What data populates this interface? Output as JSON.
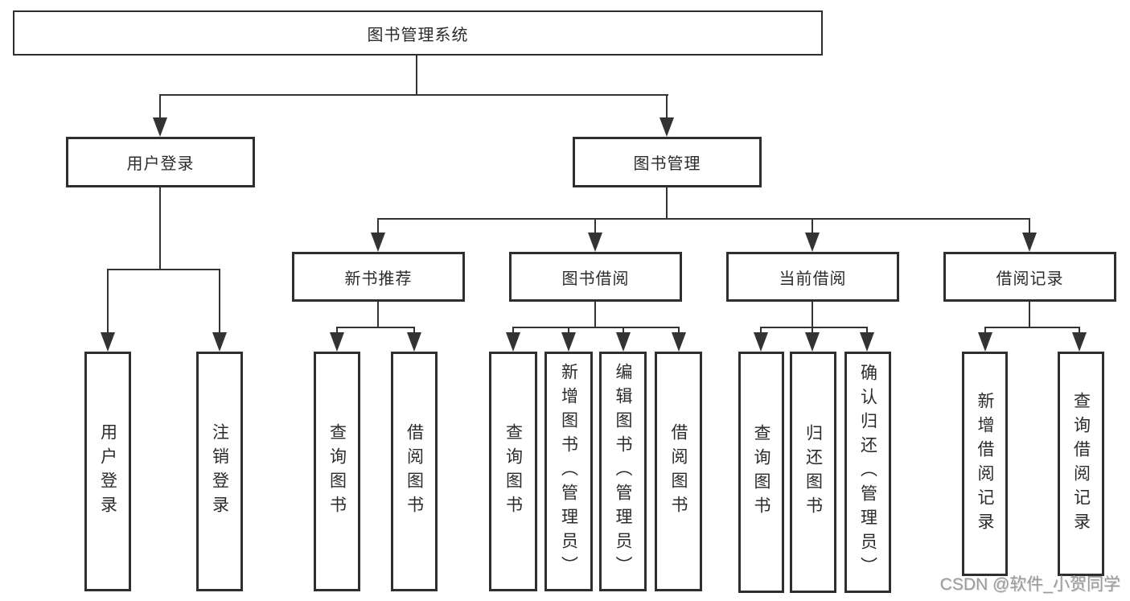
{
  "tree": {
    "root": {
      "label": "图书管理系统"
    },
    "children": [
      {
        "label": "用户登录",
        "children": [
          {
            "label": "用户登录"
          },
          {
            "label": "注销登录"
          }
        ]
      },
      {
        "label": "图书管理",
        "children": [
          {
            "label": "新书推荐",
            "children": [
              {
                "label": "查询图书"
              },
              {
                "label": "借阅图书"
              }
            ]
          },
          {
            "label": "图书借阅",
            "children": [
              {
                "label": "查询图书"
              },
              {
                "label": "新增图书（管理员）"
              },
              {
                "label": "编辑图书（管理员）"
              },
              {
                "label": "借阅图书"
              }
            ]
          },
          {
            "label": "当前借阅",
            "children": [
              {
                "label": "查询图书"
              },
              {
                "label": "归还图书"
              },
              {
                "label": "确认归还（管理员）"
              }
            ]
          },
          {
            "label": "借阅记录",
            "children": [
              {
                "label": "新增借阅记录"
              },
              {
                "label": "查询借阅记录"
              }
            ]
          }
        ]
      }
    ]
  },
  "watermark": {
    "text": "CSDN @软件_小贺同学"
  },
  "colors": {
    "line": "#333333",
    "box_border": "#2e2e2e",
    "box_background": "#ffffff",
    "text": "#2b2b2b",
    "watermark": "#9b9b9b",
    "page_background": "#ffffff"
  }
}
